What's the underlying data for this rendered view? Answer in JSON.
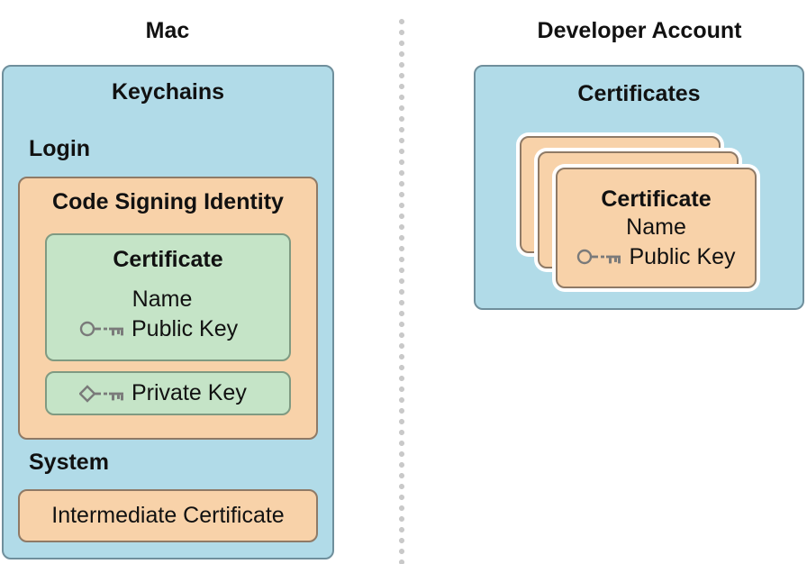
{
  "mac": {
    "title": "Mac",
    "keychains_label": "Keychains",
    "login_label": "Login",
    "identity": {
      "title": "Code Signing Identity",
      "certificate": {
        "title": "Certificate",
        "name_label": "Name",
        "public_key_label": "Public Key",
        "public_key_icon": "public-key-icon"
      },
      "private_key": {
        "label": "Private Key",
        "icon": "private-key-icon"
      }
    },
    "system_label": "System",
    "intermediate_label": "Intermediate Certificate"
  },
  "developer_account": {
    "title": "Developer Account",
    "certificates_label": "Certificates",
    "certificate": {
      "title": "Certificate",
      "name_label": "Name",
      "public_key_label": "Public Key",
      "public_key_icon": "public-key-icon"
    }
  },
  "colors": {
    "keychain_blue": "#b1dbe8",
    "identity_peach": "#f8d2a9",
    "certificate_green": "#c5e4c7",
    "key_gray": "#7a7a7a"
  }
}
